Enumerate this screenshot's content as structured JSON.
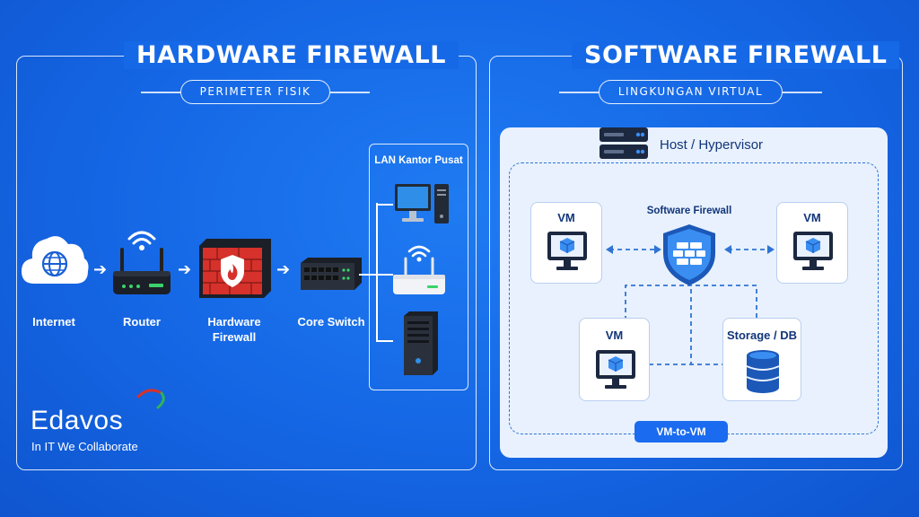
{
  "hardware": {
    "title": "HARDWARE FIREWALL",
    "subtitle": "PERIMETER FISIK",
    "nodes": [
      "Internet",
      "Router",
      "Hardware Firewall",
      "Core Switch"
    ],
    "lan_title": "LAN Kantor Pusat"
  },
  "software": {
    "title": "SOFTWARE FIREWALL",
    "subtitle": "LINGKUNGAN VIRTUAL",
    "host_label": "Host / Hypervisor",
    "firewall_label": "Software Firewall",
    "vm_label": "VM",
    "storage_label": "Storage / DB",
    "vm_to_vm_label": "VM-to-VM"
  },
  "brand": {
    "name": "Edavos",
    "tagline": "In IT We Collaborate"
  },
  "colors": {
    "background": "#1669e6",
    "accent_dark": "#12357a",
    "firewall_red": "#d6312b"
  }
}
